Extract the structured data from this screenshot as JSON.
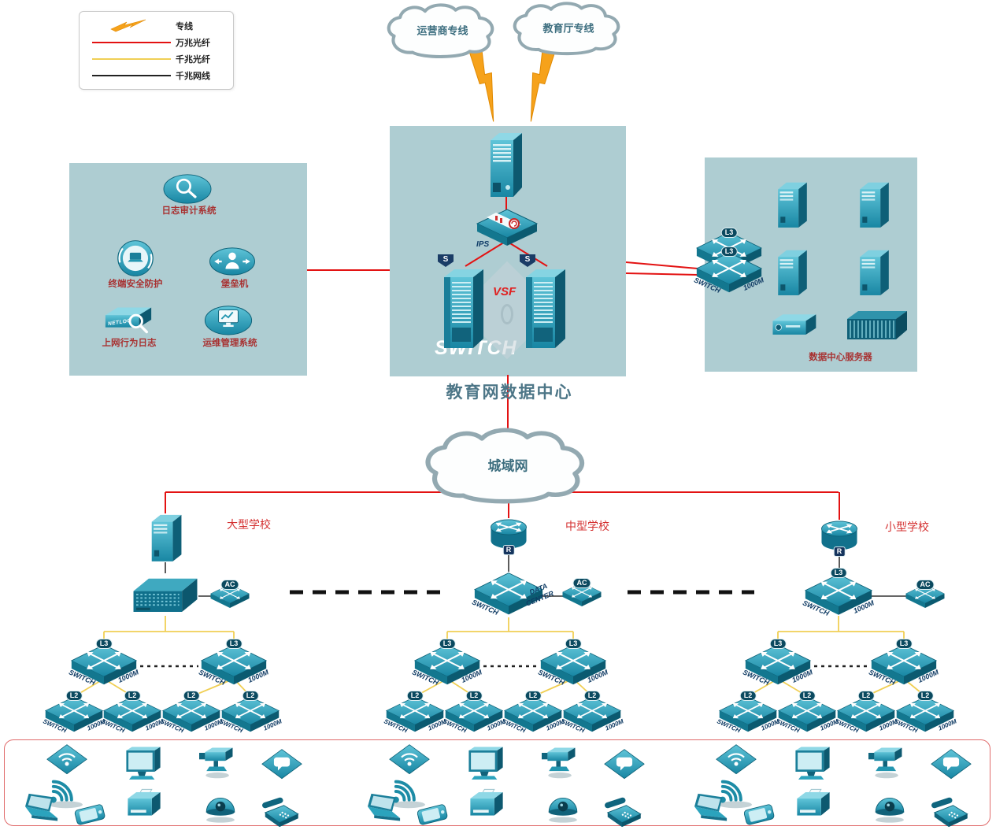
{
  "legend": {
    "items": [
      {
        "label": "专线",
        "type": "lightning",
        "color": "#f6a21b"
      },
      {
        "label": "万兆光纤",
        "type": "line",
        "color": "#e31212"
      },
      {
        "label": "千兆光纤",
        "type": "line",
        "color": "#f0cf55"
      },
      {
        "label": "千兆网线",
        "type": "line",
        "color": "#222222"
      }
    ]
  },
  "clouds": {
    "carrier": "运营商专线",
    "education": "教育厅专线",
    "metro": "城域网"
  },
  "datacenter": {
    "title": "教育网数据中心",
    "vsf": "VSF",
    "ips": "IPS",
    "switch_watermark": "SWITCH",
    "server_flag": "S"
  },
  "security_zone": {
    "items": [
      {
        "label": "日志审计系统"
      },
      {
        "label": "终端安全防护"
      },
      {
        "label": "堡垒机"
      },
      {
        "label": "上网行为日志"
      },
      {
        "label": "运维管理系统"
      }
    ],
    "netlog_text": "NETLOG"
  },
  "server_zone": {
    "label": "数据中心服务器"
  },
  "schools": [
    {
      "name": "大型学校"
    },
    {
      "name": "中型学校"
    },
    {
      "name": "小型学校"
    }
  ],
  "device_labels": {
    "switch": "SWITCH",
    "m1000": "1000M",
    "l3": "L3",
    "l2": "L2",
    "ac": "AC",
    "router": "R",
    "dc1": "DATA",
    "dc2": "CENTER"
  },
  "colors": {
    "red_link": "#e31212",
    "yellow_link": "#f0cf55",
    "black_link": "#333333",
    "zone_bg": "#aecdd2",
    "device_teal": "#1886a3",
    "lightning": "#f6a21b",
    "label_red": "#c03030"
  }
}
